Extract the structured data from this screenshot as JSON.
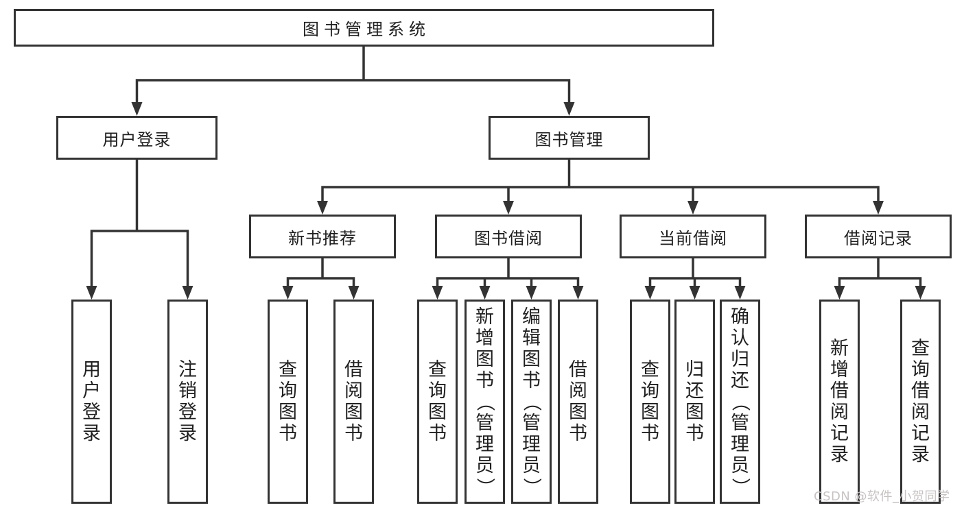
{
  "diagram": {
    "root": {
      "label": "图书管理系统"
    },
    "branches": [
      {
        "label": "用户登录",
        "children": [
          {
            "label": "用户登录"
          },
          {
            "label": "注销登录"
          }
        ]
      },
      {
        "label": "图书管理",
        "children": [
          {
            "label": "新书推荐",
            "children": [
              {
                "label": "查询图书"
              },
              {
                "label": "借阅图书"
              }
            ]
          },
          {
            "label": "图书借阅",
            "children": [
              {
                "label": "查询图书"
              },
              {
                "label": "新增图书（管理员）"
              },
              {
                "label": "编辑图书（管理员）"
              },
              {
                "label": "借阅图书"
              }
            ]
          },
          {
            "label": "当前借阅",
            "children": [
              {
                "label": "查询图书"
              },
              {
                "label": "归还图书"
              },
              {
                "label": "确认归还（管理员）"
              }
            ]
          },
          {
            "label": "借阅记录",
            "children": [
              {
                "label": "新增借阅记录"
              },
              {
                "label": "查询借阅记录"
              }
            ]
          }
        ]
      }
    ]
  },
  "watermark": {
    "text": "CSDN @软件_小贺同学"
  },
  "colors": {
    "line": "#333333",
    "text": "#1f1f1f",
    "box-bg": "#ffffff",
    "page-bg": "#ffffff",
    "watermark": "#c8c3c3"
  }
}
